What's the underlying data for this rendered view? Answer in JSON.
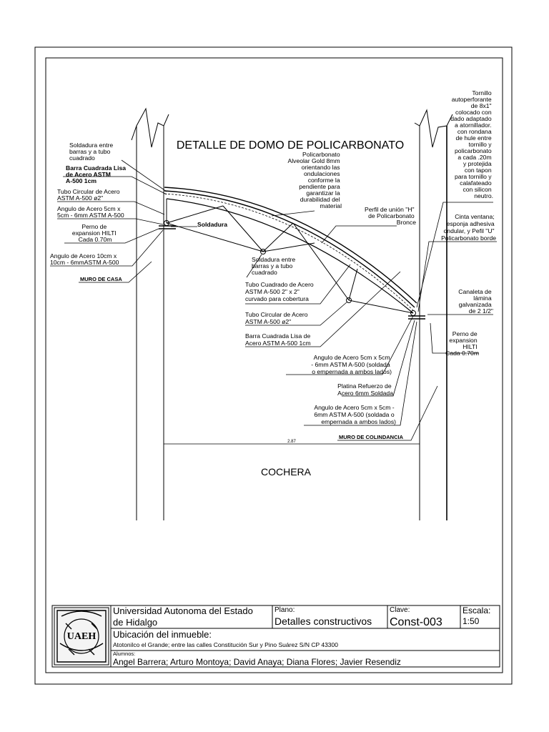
{
  "drawing": {
    "title": "DETALLE DE DOMO DE POLICARBONATO",
    "subtitle": "COCHERA",
    "dimension": "2.87"
  },
  "labels_left": {
    "soldadura_entre_1": [
      "Soldadura entre",
      "barras y a tubo",
      "cuadrado"
    ],
    "barra_cuadrada": [
      "Barra Cuadrada Lisa",
      "de Acero ASTM",
      "A-500 1cm"
    ],
    "tubo_circular": [
      "Tubo Circular de Acero",
      "ASTM A-500 ø2\""
    ],
    "angulo_5cm": [
      "Angulo de Acero 5cm x",
      "5cm - 6mm ASTM A-500"
    ],
    "perno": [
      "Perno de",
      "expansion HILTI",
      "Cada 0.70m"
    ],
    "soldadura": "Soldadura",
    "angulo_10cm": [
      "Angulo de Acero 10cm x",
      "10cm - 6mmASTM A-500"
    ],
    "muro_casa": "MURO DE CASA"
  },
  "labels_center": {
    "policarbonato": [
      "Policarbonato",
      "Alveolar Gold 8mm",
      "orientando las",
      "ondulaciones",
      "conforme la",
      "pendiente para",
      "garantizar la",
      "durabilidad del",
      "material"
    ],
    "perfil_union": [
      "Perfil de unión \"H\"",
      "de Policarbonato",
      "Bronce"
    ],
    "soldadura_entre_2": [
      "Soldadura entre",
      "barras y a tubo",
      "cuadrado"
    ],
    "tubo_cuadrado": [
      "Tubo Cuadrado de Acero",
      "ASTM A-500 2\" x 2\"",
      "curvado para cobertura"
    ],
    "tubo_circular_2": [
      "Tubo Circular de Acero",
      "ASTM A-500 ø2\""
    ],
    "barra_cuadrada_2": [
      "Barra Cuadrada Lisa de",
      "Acero ASTM A-500 1cm"
    ],
    "angulo_5cm_2": [
      "Angulo de Acero 5cm x 5cm",
      "- 6mm ASTM A-500 (soldada",
      "o empernada a ambos lados)"
    ],
    "platina": [
      "Platina Refuerzo de",
      "Acero 6mm Soldada"
    ],
    "angulo_5cm_3": [
      "Angulo de Acero 5cm x 5cm -",
      "6mm ASTM A-500 (soldada o",
      "empernada a ambos lados)"
    ],
    "muro_colindancia": "MURO DE COLINDANCIA"
  },
  "labels_right": {
    "tornillo": [
      "Tornillo",
      "autoperforante",
      "de 8x1\"",
      "colocado con",
      "dado adaptado",
      "a atornillador.",
      "con rondana",
      "de hule entre",
      "tornillo y",
      "policarbonato",
      "a cada .20m",
      "y protejida",
      "con tapon",
      "para tornillo y",
      "calafateado",
      "con silicon",
      "neutro."
    ],
    "cinta": [
      "Cinta ventana;",
      "esponja adhesiva",
      "ondular, y Pefil \"U\"",
      "Policarbonato borde"
    ],
    "canaleta": [
      "Canaleta de",
      "lámina",
      "galvanizada",
      "de 2 1/2\""
    ],
    "perno_2": [
      "Perno de",
      "expansion",
      "HILTI",
      "Cada 0.70m"
    ]
  },
  "title_block": {
    "institution_line1": "Universidad Autonoma del Estado",
    "institution_line2": "de Hidalgo",
    "plano_label": "Plano:",
    "plano_value": "Detalles constructivos",
    "clave_label": "Clave:",
    "clave_value": "Const-003",
    "escala_label": "Escala:",
    "escala_value": "1:50",
    "ubicacion_label": "Ubicación del inmueble:",
    "ubicacion_value": "Atotonilco el Grande; entre las calles Constitución Sur y Pino Suárez S/N CP 43300",
    "alumnos_label": "Alumnos:",
    "alumnos_value": "Angel Barrera; Arturo Montoya; David Anaya; Diana Flores; Javier Resendiz",
    "logo_text": "UAEH"
  }
}
